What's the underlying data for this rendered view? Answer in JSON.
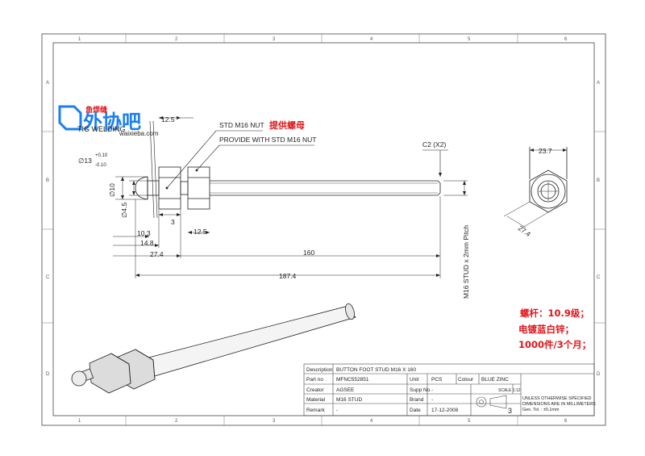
{
  "frame": {
    "cols": [
      "1",
      "2",
      "3",
      "4",
      "5",
      "6"
    ],
    "rows": [
      "A",
      "B",
      "C",
      "D"
    ]
  },
  "watermark": {
    "logo_text": "外协吧",
    "sub_text": "TIG WELDING",
    "url_text": "waixieba.com",
    "red_text": "角焊缝"
  },
  "callouts": {
    "std_nut": "STD M16 NUT",
    "provide_nut": "PROVIDE WITH STD M16 NUT",
    "chamfer": "C2 (X2)",
    "thread": "M16 STUD x 2mm Pitch"
  },
  "dimensions": {
    "ball_dia_main": "∅13",
    "ball_tol_plus": "+0.10",
    "ball_tol_minus": "-0.10",
    "neck_dia": "∅10",
    "pin_dia": "∅4.5",
    "nut_thk_top": "12.5",
    "nut_thk_bottom": "12.5",
    "gap": "3",
    "len_10_3": "10.3",
    "len_14_8": "14.8",
    "len_27_4": "27.4",
    "len_160": "160",
    "len_187_4": "187.4",
    "hex_flats": "23.7",
    "hex_corners": "27.4"
  },
  "notes": {
    "chinese_nut": "提供螺母",
    "line1": "螺杆：10.9级；",
    "line2": "电镀蓝白锌；",
    "line3": "1000件/3个月；"
  },
  "title_block": {
    "description_label": "Description",
    "description_value": "BUTTON FOOT STUD M16 X 160",
    "partno_label": "Part no",
    "partno_value": "MFNC552851",
    "unit_label": "Unit",
    "unit_value": "PCS",
    "colour_label": "Colour",
    "colour_value": "BLUE ZINC",
    "creator_label": "Creator",
    "creator_value": "AGSEE",
    "supp_label": "Supp No",
    "supp_value": "-",
    "material_label": "Material",
    "material_value": "M16 STUD",
    "brand_label": "Brand",
    "brand_value": "-",
    "remark_label": "Remark",
    "remark_value": "-",
    "date_label": "Date",
    "date_value": "17-12-2008",
    "scale_text": "SCALE 1:12",
    "sheet_number": "3",
    "general_note_1": "UNLESS OTHERWISE SPECIFIED",
    "general_note_2": "DIMENSIONS ARE IN MILLIMETERS",
    "general_note_3": "Gen. Tol. : ±0.1mm"
  }
}
